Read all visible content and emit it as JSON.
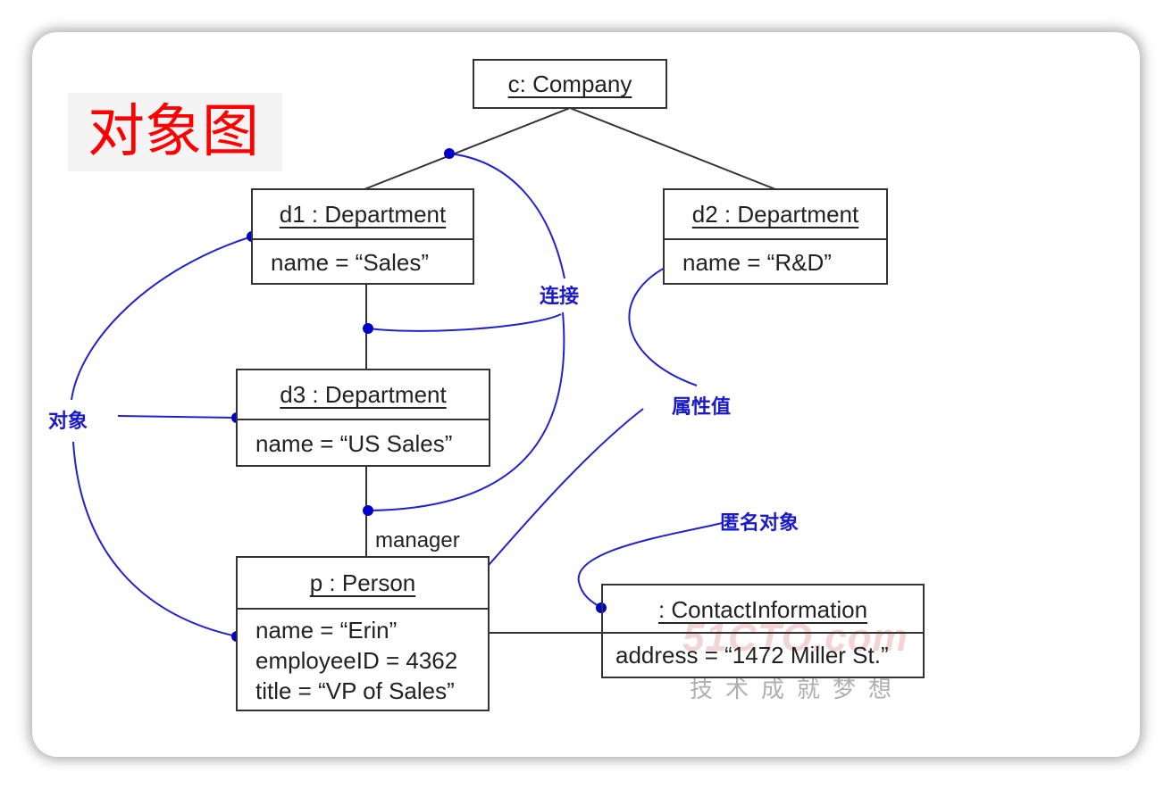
{
  "title": "对象图",
  "objects": {
    "company": {
      "header": "c: Company"
    },
    "d1": {
      "header": "d1 : Department",
      "attrs": [
        "name = “Sales”"
      ]
    },
    "d2": {
      "header": "d2 : Department",
      "attrs": [
        "name = “R&D”"
      ]
    },
    "d3": {
      "header": "d3 : Department",
      "attrs": [
        "name = “US Sales”"
      ]
    },
    "person": {
      "header": "p : Person",
      "attrs": [
        "name = “Erin”",
        "employeeID = 4362",
        "title = “VP of Sales”"
      ]
    },
    "contact": {
      "header": ": ContactInformation",
      "attrs": [
        "address = “1472 Miller St.”"
      ]
    }
  },
  "role_label": "manager",
  "annotations": {
    "link": "连接",
    "object": "对象",
    "attribute_value": "属性值",
    "anonymous_object": "匿名对象"
  },
  "watermark": {
    "logo": "51CTO.com",
    "slogan": "技术成就梦想"
  },
  "colors": {
    "title": "#ff0000",
    "annotation": "#1a1acc",
    "line": "#333333"
  }
}
